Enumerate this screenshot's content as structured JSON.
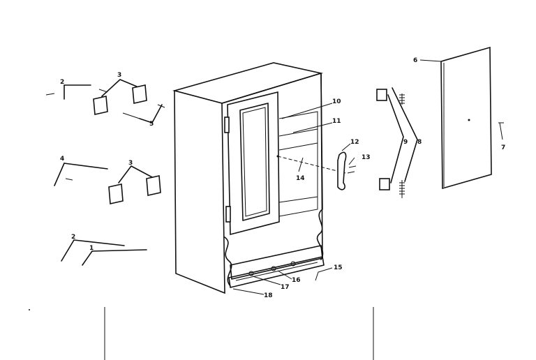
{
  "callouts": [
    "1",
    "2",
    "2",
    "3",
    "3",
    "4",
    "5",
    "6",
    "7",
    "8",
    "9",
    "10",
    "11",
    "12",
    "13",
    "14",
    "15",
    "16",
    "17",
    "18"
  ]
}
